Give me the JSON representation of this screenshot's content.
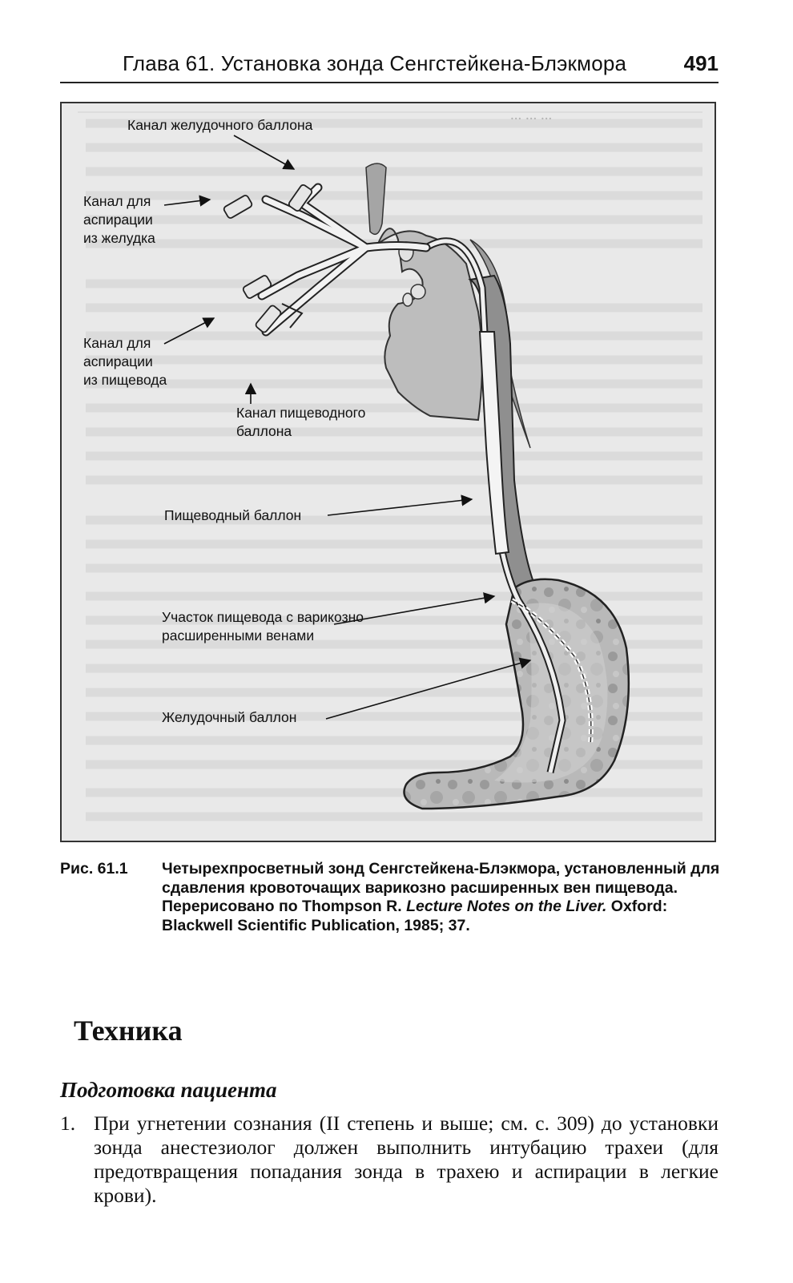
{
  "header": {
    "chapter": "Глава 61. Установка зонда Сенгстейкена-Блэкмора",
    "page_number": "491"
  },
  "figure": {
    "labels": {
      "gastric_balloon_channel": "Канал желудочного баллона",
      "gastric_aspiration": [
        "Канал для",
        "аспирации",
        "из желудка"
      ],
      "esophageal_aspiration": [
        "Канал для",
        "аспирации",
        "из пищевода"
      ],
      "esophageal_balloon_channel": [
        "Канал пищеводного",
        "баллона"
      ],
      "esophageal_balloon": "Пищеводный баллон",
      "varices_section": [
        "Участок пищевода с варикозно",
        "расширенными венами"
      ],
      "gastric_balloon": "Желудочный баллон"
    }
  },
  "caption": {
    "label": "Рис. 61.1",
    "text_part1": "Четырехпросветный зонд Сенгстейкена-Блэкмора, установленный для сдавления кровоточащих варикозно расширенных вен пищевода. Перерисовано по Thompson R. ",
    "text_italic": "Lecture Notes on the Liver.",
    "text_part2": " Oxford: Blackwell Scientific Publication, 1985; 37."
  },
  "section": {
    "title": "Техника",
    "subtitle": "Подготовка пациента",
    "items": [
      {
        "number": "1.",
        "text": "При угнетении сознания (II степень и выше; см. с. 309) до установки зонда анестезиолог должен выполнить интубацию трахеи (для предотвращения попадания зонда в трахею и аспирации в легкие крови)."
      }
    ]
  }
}
